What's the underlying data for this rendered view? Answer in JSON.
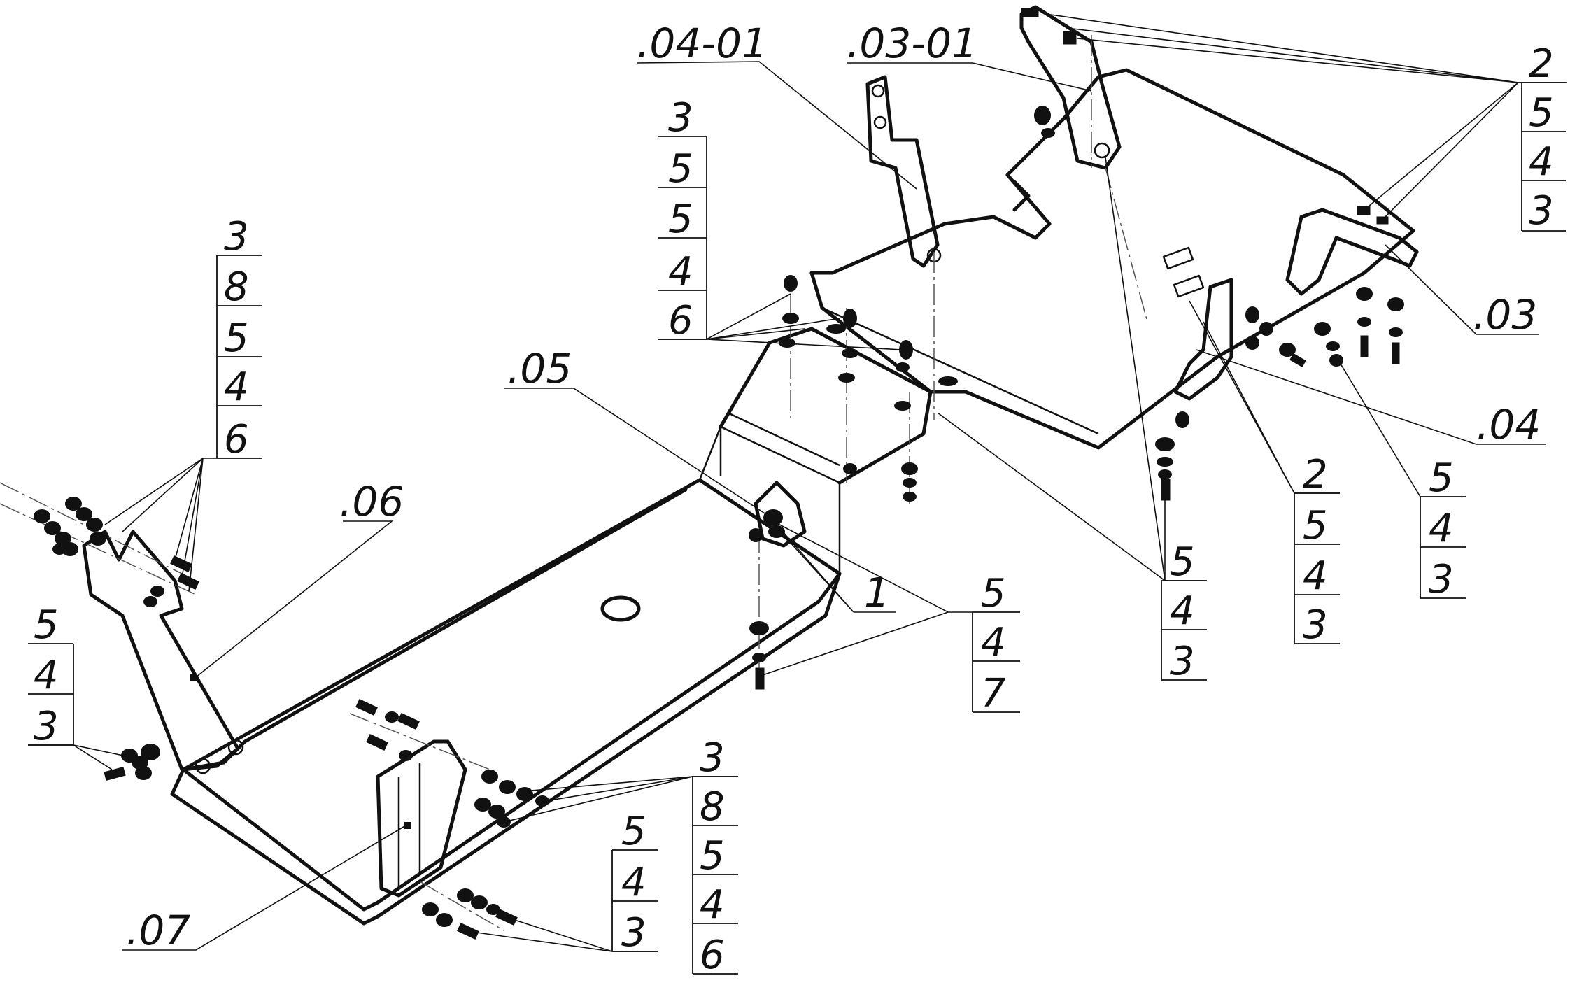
{
  "callouts": {
    "c_0401": ".04-01",
    "c_0301": ".03-01",
    "c_05": ".05",
    "c_06": ".06",
    "c_07": ".07",
    "c_03": ".03",
    "c_04": ".04",
    "c_1": "1"
  },
  "stacks": {
    "top_right": [
      "2",
      "5",
      "4",
      "3"
    ],
    "upper_mid": [
      "3",
      "5",
      "5",
      "4",
      "6"
    ],
    "left": [
      "3",
      "8",
      "5",
      "4",
      "6"
    ],
    "left_low": [
      "5",
      "4",
      "3"
    ],
    "center": [
      "5",
      "4",
      "7"
    ],
    "right_a": [
      "5",
      "4",
      "3"
    ],
    "right_b": [
      "2",
      "5",
      "4",
      "3"
    ],
    "right_c": [
      "5",
      "4",
      "3"
    ],
    "bottom_mid": [
      "3",
      "8",
      "5",
      "4",
      "6"
    ],
    "bottom_small": [
      "5",
      "4",
      "3"
    ]
  }
}
